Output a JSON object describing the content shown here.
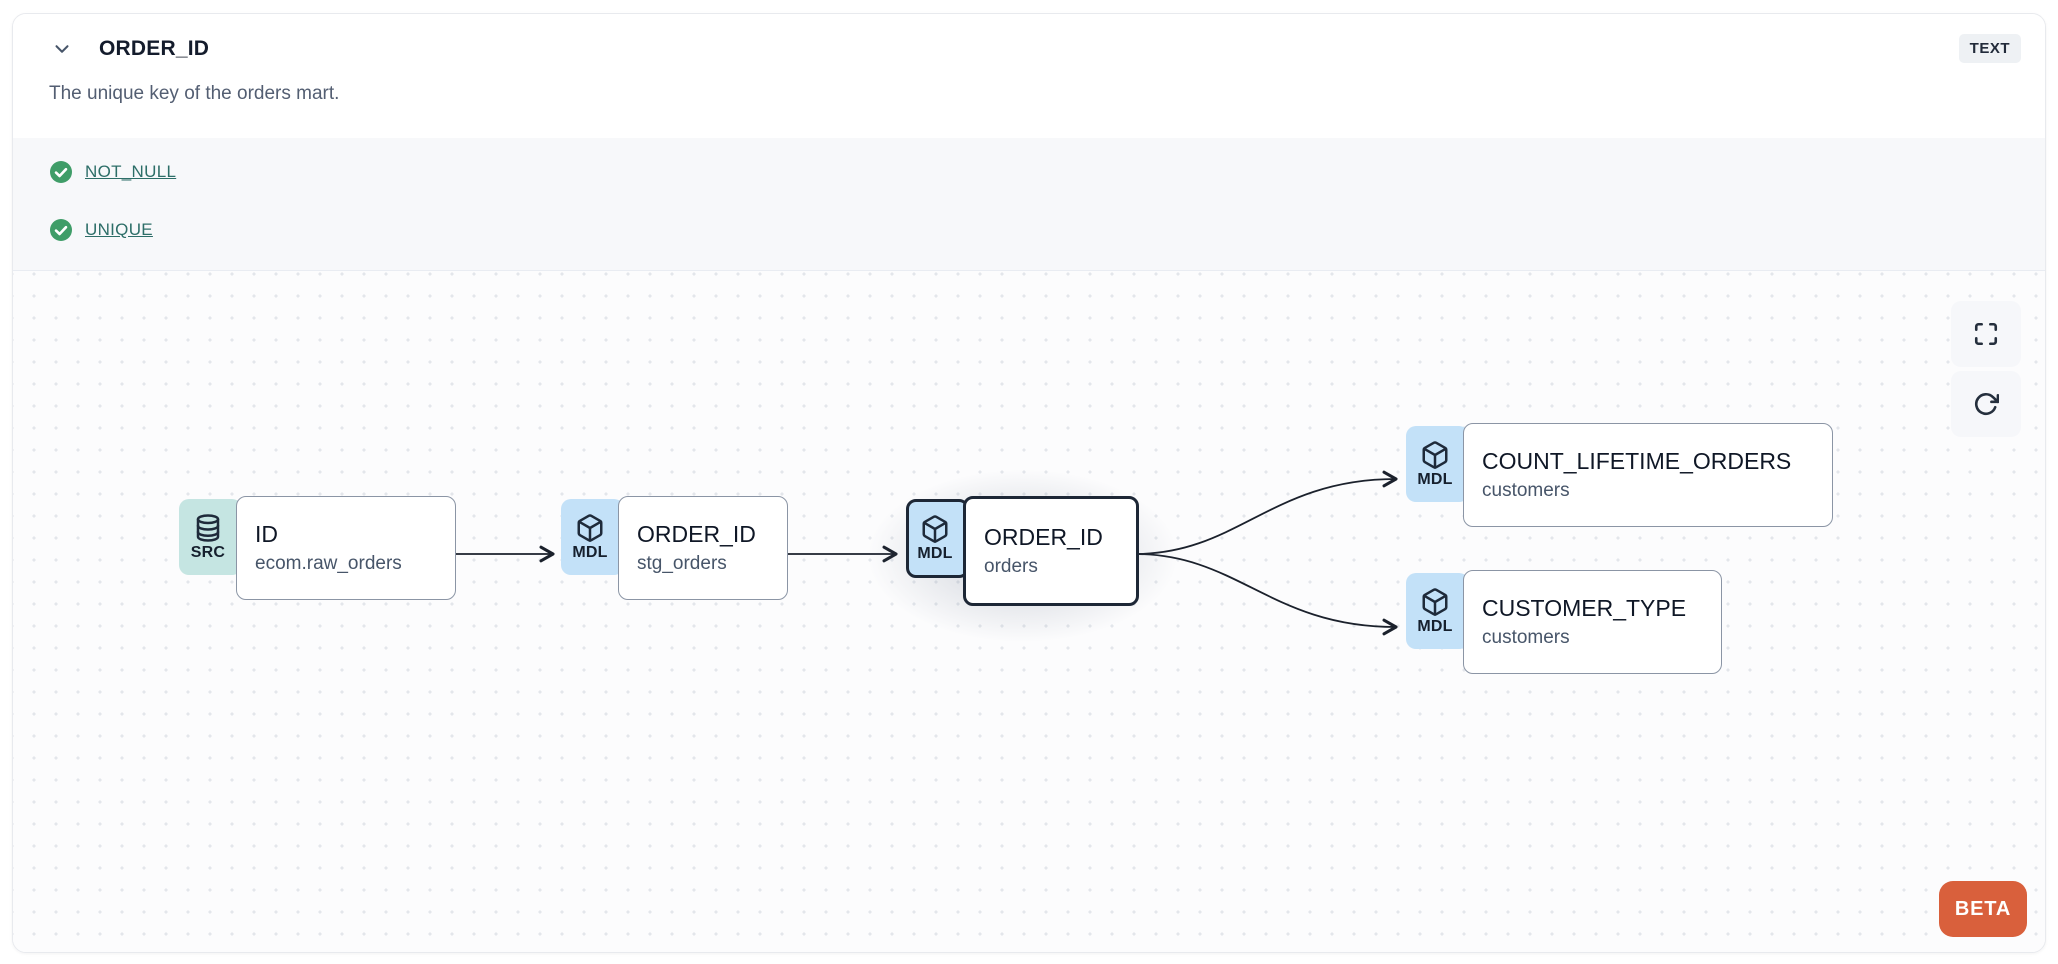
{
  "header": {
    "title": "ORDER_ID",
    "type_badge": "TEXT",
    "description": "The unique key of the orders mart."
  },
  "tests": [
    {
      "label": "NOT_NULL",
      "status": "passed",
      "icon": "check-circle-icon"
    },
    {
      "label": "UNIQUE",
      "status": "passed",
      "icon": "check-circle-icon"
    }
  ],
  "lineage": {
    "nodes": [
      {
        "badge": "SRC",
        "icon": "database-icon",
        "title": "ID",
        "subtitle": "ecom.raw_orders",
        "selected": false
      },
      {
        "badge": "MDL",
        "icon": "cube-icon",
        "title": "ORDER_ID",
        "subtitle": "stg_orders",
        "selected": false
      },
      {
        "badge": "MDL",
        "icon": "cube-icon",
        "title": "ORDER_ID",
        "subtitle": "orders",
        "selected": true
      },
      {
        "badge": "MDL",
        "icon": "cube-icon",
        "title": "COUNT_LIFETIME_ORDERS",
        "subtitle": "customers",
        "selected": false
      },
      {
        "badge": "MDL",
        "icon": "cube-icon",
        "title": "CUSTOMER_TYPE",
        "subtitle": "customers",
        "selected": false
      }
    ],
    "controls": [
      "fullscreen",
      "refresh"
    ],
    "beta_label": "BETA"
  },
  "colors": {
    "accent_link": "#2d6e68",
    "check_green": "#3f9d68",
    "badge_src_bg": "#c5e5e2",
    "badge_mdl_bg": "#c3e1f8",
    "selected_border": "#1d2736",
    "beta_orange": "#d9603c",
    "type_badge_bg": "#eef1f4"
  }
}
